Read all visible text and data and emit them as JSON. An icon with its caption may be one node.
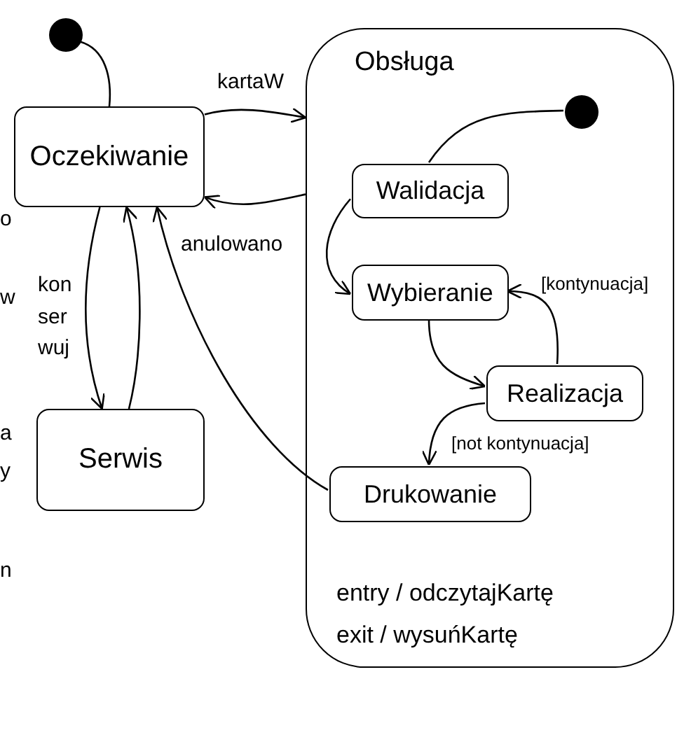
{
  "diagram": {
    "nodes": [
      {
        "text": [],
        "shape": "circle"
      },
      {
        "text": [
          "Oczekiwanie"
        ]
      },
      {
        "text": [
          "Serwis"
        ]
      },
      {
        "text": [
          "Obsługa",
          "entry / odczytajKartę",
          "exit / wysuńKartę"
        ]
      },
      {
        "text": [],
        "shape": "circle",
        "in": 3
      },
      {
        "text": [
          "Walidacja"
        ],
        "in": 3
      },
      {
        "text": [
          "Wybieranie"
        ],
        "in": 3
      },
      {
        "text": [
          "Realizacja"
        ],
        "in": 3
      },
      {
        "text": [
          "Drukowanie"
        ],
        "in": 3
      }
    ],
    "edges": [
      {
        "from": 0,
        "to": 1,
        "arrow": "none"
      },
      {
        "from": 1,
        "to": 3,
        "arrow": "to",
        "label": "kartaW"
      },
      {
        "from": 3,
        "to": 1,
        "arrow": "to",
        "label": "anulowano"
      },
      {
        "from": 1,
        "to": 2,
        "arrow": "to",
        "label": "kon ser wuj"
      },
      {
        "from": 2,
        "to": 1,
        "arrow": "to"
      },
      {
        "from": 8,
        "to": 1,
        "arrow": "to"
      },
      {
        "from": 4,
        "to": 5,
        "arrow": "none"
      },
      {
        "from": 5,
        "to": 6,
        "arrow": "to"
      },
      {
        "from": 6,
        "to": 7,
        "arrow": "to"
      },
      {
        "from": 7,
        "to": 6,
        "arrow": "to",
        "label": "[kontynuacja]"
      },
      {
        "from": 7,
        "to": 8,
        "arrow": "to",
        "label": "[not kontynuacja]"
      }
    ],
    "labels": [
      "o",
      "w",
      "a",
      "y",
      "n"
    ]
  }
}
